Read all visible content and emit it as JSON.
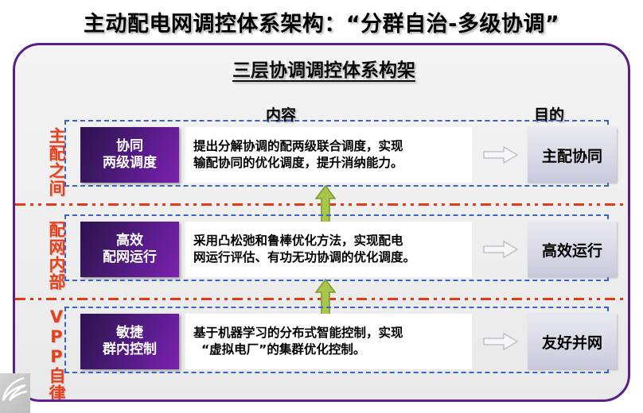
{
  "slide": {
    "title": "主动配电网调控体系架构：“分群自治-多级协调”",
    "subtitle": "三层协调调控体系构架"
  },
  "headers": {
    "content": "内容",
    "goal": "目的"
  },
  "colors": {
    "title_text": "#000000",
    "frame_border": "#5B1C8C",
    "side_label": "#E8401C",
    "row_border": "#3A63C8",
    "stage_box_dark": "#2E1150",
    "stage_box_light": "#7C21AE",
    "divider": "#E03A16",
    "up_arrow": "#A9C64C",
    "up_arrow_border": "#7E9B2C",
    "goal_box": "#c9c9dd"
  },
  "rows": [
    {
      "side_label": "主配之间",
      "stage_line1": "协同",
      "stage_line2": "两级调度",
      "desc_line1": "提出分解协调的配两级联合调度，实现",
      "desc_line2": "输配协同的优化调度，提升消纳能力。",
      "goal": "主配协同"
    },
    {
      "side_label": "配网内部",
      "stage_line1": "高效",
      "stage_line2": "配网运行",
      "desc_line1": "采用凸松弛和鲁棒优化方法，实现配电",
      "desc_line2": "网运行评估、有功无功协调的优化调度。",
      "goal": "高效运行"
    },
    {
      "side_label": "VPP自律",
      "stage_line1": "敏捷",
      "stage_line2": "群内控制",
      "desc_line1": "基于机器学习的分布式智能控制，实现",
      "desc_line2": "“虚拟电厂”的集群优化控制。",
      "goal": "友好并网"
    }
  ]
}
